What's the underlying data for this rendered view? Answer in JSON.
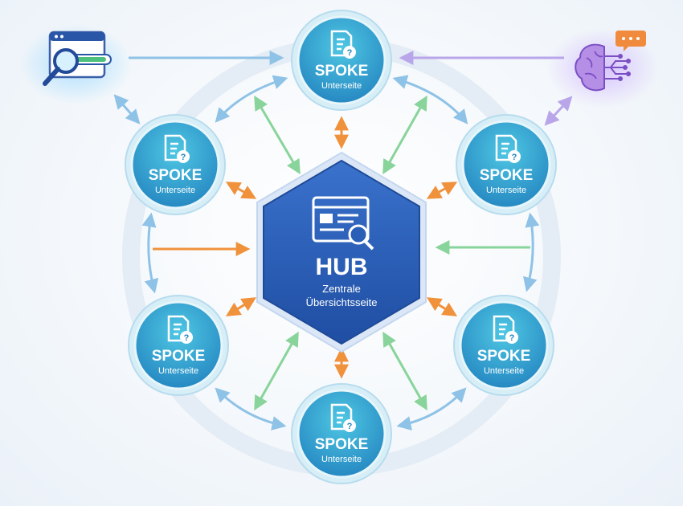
{
  "hub": {
    "title": "HUB",
    "subtitle_line1": "Zentrale",
    "subtitle_line2": "Übersichtsseite",
    "icon": "search-page-icon"
  },
  "spokes": [
    {
      "id": "top",
      "title": "SPOKE",
      "subtitle": "Unterseite",
      "icon": "document-question-icon"
    },
    {
      "id": "upper-right",
      "title": "SPOKE",
      "subtitle": "Unterseite",
      "icon": "document-question-icon"
    },
    {
      "id": "lower-right",
      "title": "SPOKE",
      "subtitle": "Unterseite",
      "icon": "document-question-icon"
    },
    {
      "id": "bottom",
      "title": "SPOKE",
      "subtitle": "Unterseite",
      "icon": "document-question-icon"
    },
    {
      "id": "lower-left",
      "title": "SPOKE",
      "subtitle": "Unterseite",
      "icon": "document-question-icon"
    },
    {
      "id": "upper-left",
      "title": "SPOKE",
      "subtitle": "Unterseite",
      "icon": "document-question-icon"
    }
  ],
  "corner_icons": {
    "left": "search-browser-icon",
    "right": "ai-brain-chat-icon"
  },
  "colors": {
    "hub_fill": "#2a5fb8",
    "hub_border": "#1e4a96",
    "spoke_fill": "#2fa6cf",
    "spoke_ring": "#bfe6f3",
    "arrow_orange": "#f0923c",
    "arrow_green": "#88d49a",
    "arrow_blue": "#8ec2e6",
    "arrow_purple": "#b9a6ea"
  }
}
